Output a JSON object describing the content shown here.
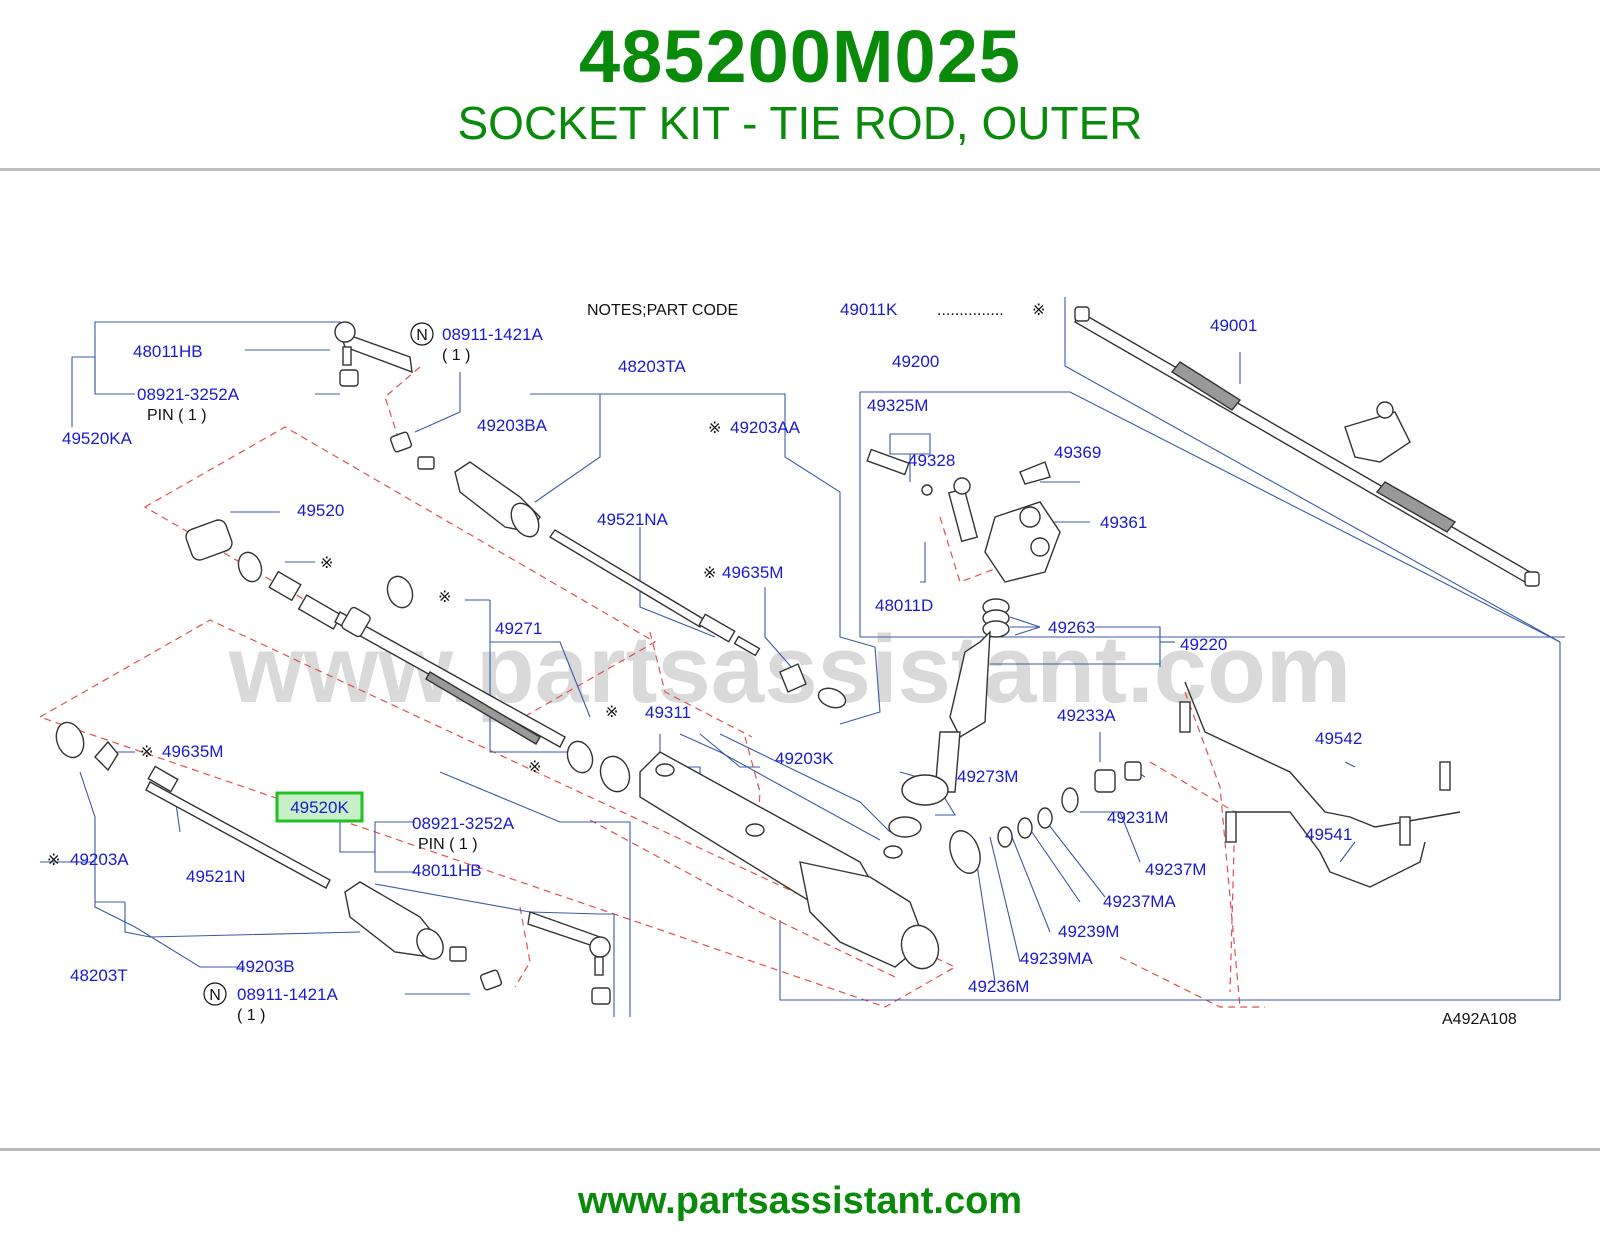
{
  "header": {
    "part_number": "485200M025",
    "description": "SOCKET KIT - TIE ROD, OUTER"
  },
  "footer": {
    "url": "www.partsassistant.com"
  },
  "watermark": "www.partsassistant.com",
  "diagram": {
    "notes": {
      "text": "NOTES;PART   CODE",
      "code": "49011K",
      "dots": "...............",
      "mark": "※"
    },
    "ref_code": "A492A108",
    "highlight": {
      "label": "49520K",
      "color": "#22c022"
    },
    "labels": {
      "p48011HB_top": "48011HB",
      "p08921_top": "08921-3252A",
      "pin1_top": "PIN  ( 1 )",
      "p49520KA": "49520KA",
      "n_top": "N",
      "p08911_top": "08911-1421A",
      "one_top": "( 1 )",
      "p48203TA": "48203TA",
      "p49203BA": "49203BA",
      "p49203AA": "49203AA",
      "p49520": "49520",
      "p49521NA": "49521NA",
      "p49635M_mid": "49635M",
      "p49271": "49271",
      "p49311": "49311",
      "p49203K": "49203K",
      "p49635M_left": "49635M",
      "p49203A": "49203A",
      "p49521N": "49521N",
      "p08921_bot": "08921-3252A",
      "pin1_bot": "PIN  ( 1 )",
      "p48011HB_bot": "48011HB",
      "p48203T": "48203T",
      "p49203B": "49203B",
      "n_bot": "N",
      "p08911_bot": "08911-1421A",
      "one_bot": "( 1 )",
      "p49001": "49001",
      "p49200": "49200",
      "p49325M": "49325M",
      "p49328": "49328",
      "p49369": "49369",
      "p49361": "49361",
      "p48011D": "48011D",
      "p49263": "49263",
      "p49220": "49220",
      "p49233A": "49233A",
      "p49542": "49542",
      "p49273M": "49273M",
      "p49231M": "49231M",
      "p49541": "49541",
      "p49237M": "49237M",
      "p49237MA": "49237MA",
      "p49239M": "49239M",
      "p49239MA": "49239MA",
      "p49236M": "49236M",
      "mark": "※"
    }
  }
}
